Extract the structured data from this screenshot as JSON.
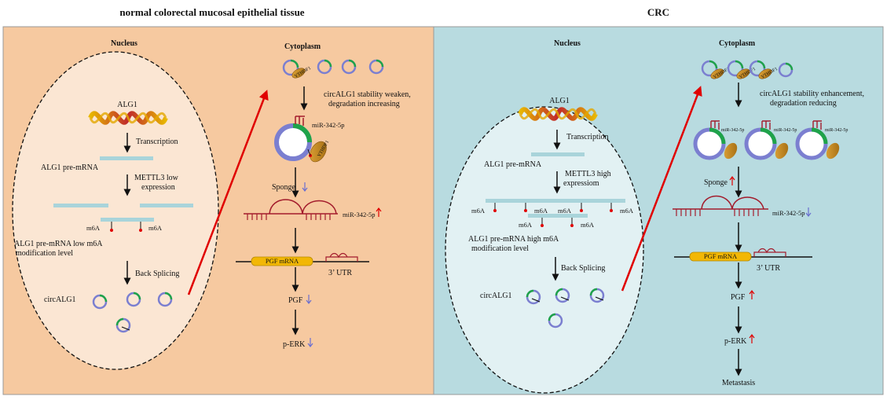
{
  "left": {
    "title": "normal colorectal mucosal epithelial tissue",
    "nucleus_label": "Nucleus",
    "cytoplasm_label": "Cytoplasm",
    "gene": "ALG1",
    "transcription": "Transcription",
    "pre_mrna": "ALG1 pre-mRNA",
    "mettl3": [
      "METTL3 low",
      "expression"
    ],
    "m6a": [
      "m6A",
      "m6A"
    ],
    "modification": [
      "ALG1 pre-mRNA low m6A",
      "modification level"
    ],
    "back_splicing": "Back Splicing",
    "circ_label": "circALG1",
    "stability": [
      "circALG1 stability weaken,",
      "degradation increasing"
    ],
    "ythdf1": "YTHDF1",
    "mir_bound": "miR-342-5p",
    "sponge": "Sponge",
    "mir": "miR-342-5p",
    "pgf_mrna": "PGF mRNA",
    "utr": "3’ UTR",
    "pgf": "PGF",
    "perk": "p-ERK"
  },
  "right": {
    "title": "CRC",
    "nucleus_label": "Nucleus",
    "cytoplasm_label": "Cytoplasm",
    "gene": "ALG1",
    "transcription": "Transcription",
    "pre_mrna": "ALG1 pre-mRNA",
    "mettl3": [
      "METTL3 high",
      "expressiom"
    ],
    "m6a": [
      "m6A",
      "m6A",
      "m6A",
      "m6A",
      "m6A",
      "m6A"
    ],
    "modification": [
      "ALG1 pre-mRNA high m6A",
      "modification level"
    ],
    "back_splicing": "Back Splicing",
    "circ_label": "circALG1",
    "stability": [
      "circALG1 stability enhancement,",
      "degradation reducing"
    ],
    "ythdf1": "YTHDF1",
    "mir_bound": "miR-342-5p",
    "sponge": "Sponge",
    "mir": "miR-342-5p",
    "pgf_mrna": "PGF mRNA",
    "utr": "3’ UTR",
    "pgf": "PGF",
    "perk": "p-ERK",
    "metastasis": "Metastasis"
  },
  "colors": {
    "left_panel": "#f6c9a0",
    "left_nucleus": "#fbe6d3",
    "right_panel": "#b8dbe0",
    "right_nucleus": "#e2f1f3",
    "premrna": "#a9d4da",
    "circ_purple": "#7b7fd0",
    "circ_green": "#1fa34a",
    "ythdf1": "#c88a1c",
    "mir": "#a31c2c",
    "pgf_box": "#f2b705",
    "red_arrow": "#e00000",
    "down_arrow": "#6a6fd0",
    "up_arrow": "#e00000"
  }
}
